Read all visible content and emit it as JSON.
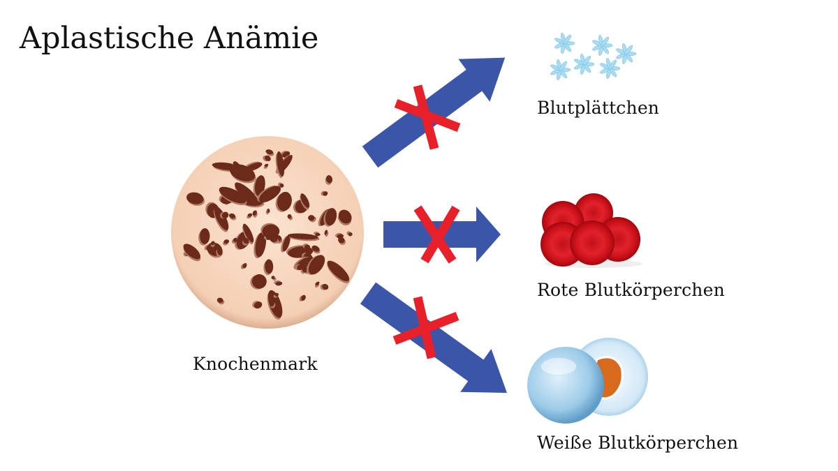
{
  "title": "Aplastische Anämie",
  "source_label": "Knochenmark",
  "targets": [
    {
      "label": "Blutplättchen",
      "icon": "platelets-icon",
      "blocked": true
    },
    {
      "label": "Rote Blutkörperchen",
      "icon": "red-blood-cells-icon",
      "blocked": true
    },
    {
      "label": "Weiße Blutkörperchen",
      "icon": "white-blood-cells-icon",
      "blocked": true
    }
  ],
  "colors": {
    "arrow": "#3b55a8",
    "cross": "#e8202a",
    "bone": "#f6d6bf",
    "hole": "#6b2a1a",
    "rbc": "#d8141c",
    "platelet": "#a9dcf2"
  }
}
